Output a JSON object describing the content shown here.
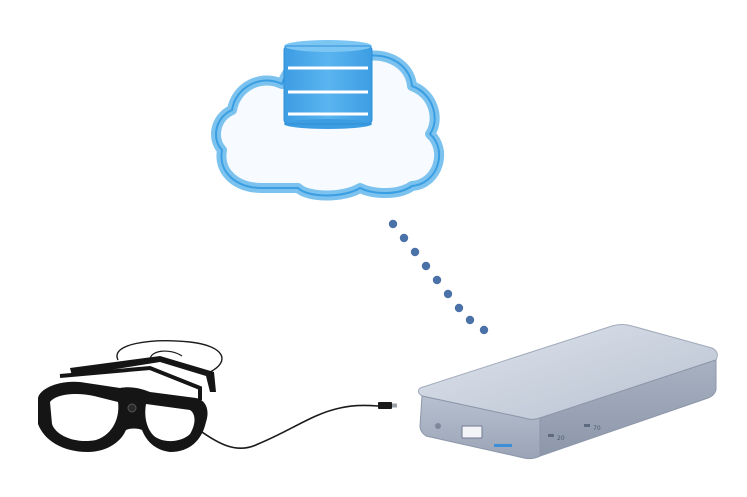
{
  "diagram": {
    "nodes": [
      {
        "id": "cloud-database",
        "icon": "cloud-database-icon"
      },
      {
        "id": "eye-tracking-glasses",
        "icon": "eye-tracking-glasses-icon"
      },
      {
        "id": "recording-unit",
        "icon": "recording-unit-icon"
      }
    ],
    "connections": [
      {
        "from": "recording-unit",
        "to": "cloud-database",
        "style": "dotted",
        "meaning": "wireless"
      },
      {
        "from": "eye-tracking-glasses",
        "to": "recording-unit",
        "style": "cable",
        "meaning": "wired"
      }
    ],
    "device_port_labels": [
      "20",
      "70"
    ],
    "colors": {
      "cloud_outline": "#6cb8ea",
      "cloud_fill": "#f6fbff",
      "database": "#4aa8e8",
      "dots": "#4a72a8",
      "device_top": "#c6cedb",
      "device_front": "#a9b2c2",
      "glasses": "#151515",
      "cable": "#1a1a1a"
    }
  }
}
